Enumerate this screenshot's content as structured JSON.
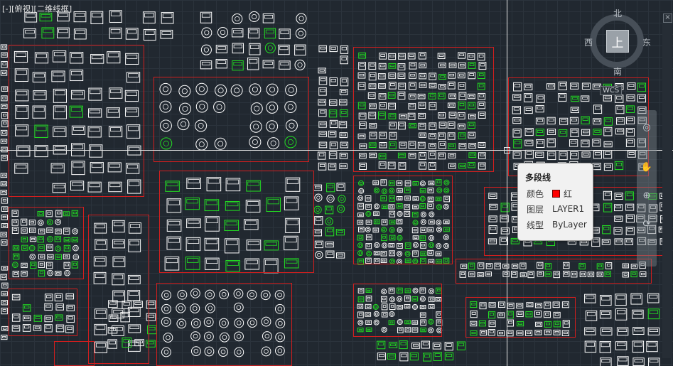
{
  "viewport": {
    "label": "[-][俯视][二维线框]"
  },
  "viewcube": {
    "north": "北",
    "south": "南",
    "west": "西",
    "east": "东",
    "face": "上"
  },
  "wcs": {
    "label": "WCS"
  },
  "navbar": {
    "close": "×"
  },
  "tooltip": {
    "title": "多段线",
    "rows": [
      {
        "key": "颜色",
        "value": "红"
      },
      {
        "key": "图层",
        "value": "LAYER1"
      },
      {
        "key": "线型",
        "value": "ByLayer"
      }
    ]
  },
  "colors": {
    "background": "#212830",
    "group_border": "#d21e1e",
    "block_white": "#ffffff",
    "block_green": "#22e022",
    "swatch_red": "#ff0000"
  },
  "icons": {
    "close": "close-icon",
    "pan": "pan-hand-icon",
    "zoom": "zoom-icon",
    "orbit": "orbit-icon",
    "steering_wheel": "steering-wheel-icon"
  }
}
